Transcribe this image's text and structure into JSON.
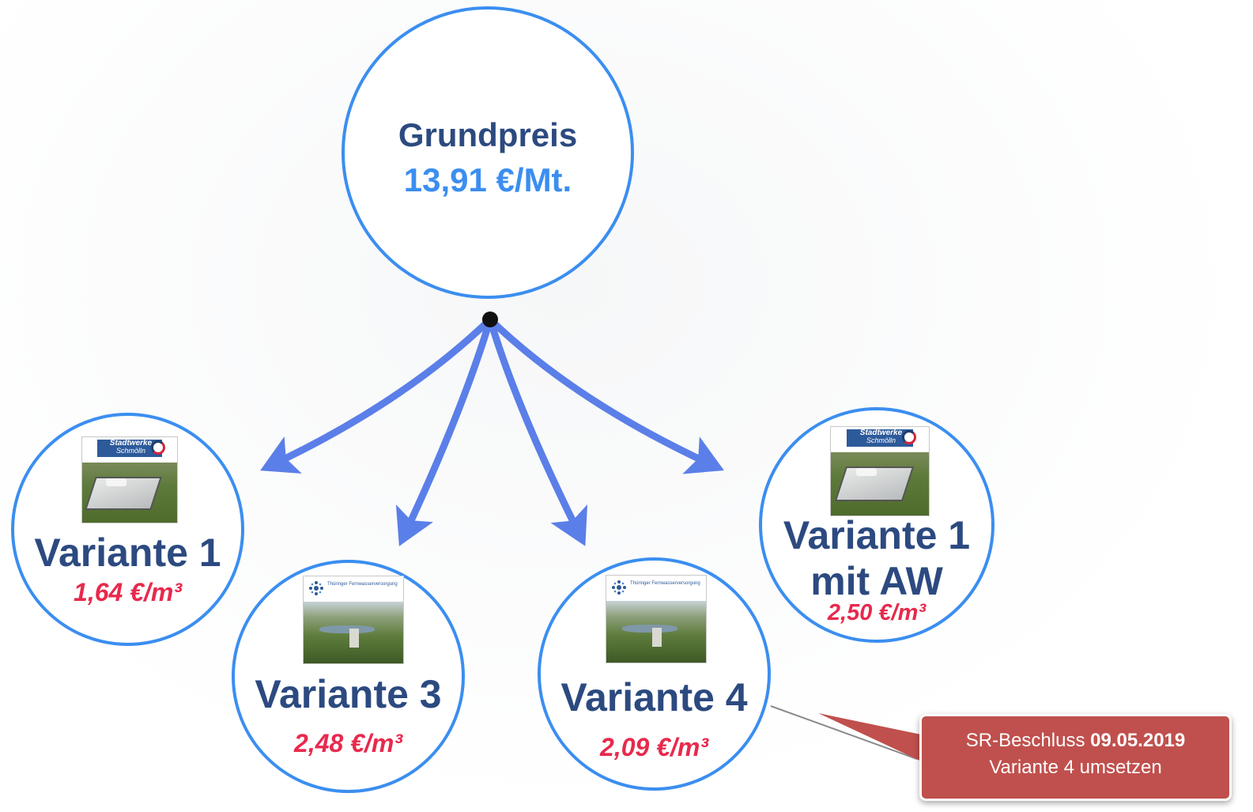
{
  "root": {
    "title": "Grundpreis",
    "value": "13,91 €/Mt.",
    "value_color": "#3b8ef0"
  },
  "variants": [
    {
      "title_line1": "Variante 1",
      "title_line2": "",
      "price": "1,64 €/m³",
      "logo": "Stadtwerke Schmölln",
      "logo_line1": "Stadtwerke",
      "logo_line2": "Schmölln",
      "image": "water-tank-lid-in-grass"
    },
    {
      "title_line1": "Variante 3",
      "title_line2": "",
      "price": "2,48 €/m³",
      "logo": "Thüringer Fernwasserversorgung",
      "image": "reservoir-dam-in-valley"
    },
    {
      "title_line1": "Variante 4",
      "title_line2": "",
      "price": "2,09 €/m³",
      "logo": "Thüringer Fernwasserversorgung",
      "image": "reservoir-dam-in-valley"
    },
    {
      "title_line1": "Variante 1",
      "title_line2": "mit AW",
      "price": "2,50 €/m³",
      "logo": "Stadtwerke Schmölln",
      "logo_line1": "Stadtwerke",
      "logo_line2": "Schmölln",
      "image": "water-tank-lid-in-grass"
    }
  ],
  "callout": {
    "prefix": "SR-Beschluss ",
    "date": "09.05.2019",
    "line2": "Variante 4 umsetzen",
    "color": "#c0504d"
  },
  "colors": {
    "circle_border": "#3b8ef0",
    "arrow": "#5b7fe8",
    "title_text": "#2c4a80",
    "price_text": "#e8294d"
  }
}
